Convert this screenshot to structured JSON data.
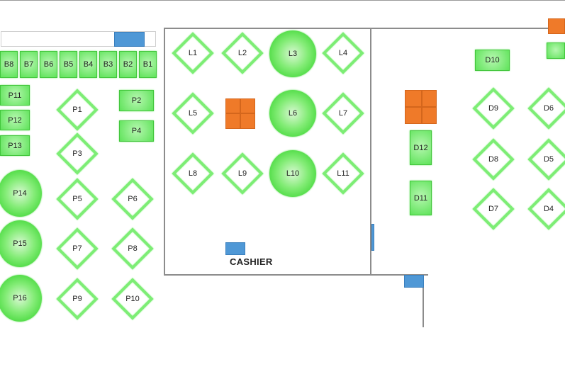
{
  "colors": {
    "table": "#5fe35a",
    "table_border": "#7ded75",
    "furniture_orange": "#ef7a29",
    "fixture_blue": "#4f98d6",
    "wall": "#8c8c8c"
  },
  "cashier": {
    "label": "CASHIER"
  },
  "tables": {
    "B8": "B8",
    "B7": "B7",
    "B6": "B6",
    "B5": "B5",
    "B4": "B4",
    "B3": "B3",
    "B2": "B2",
    "B1": "B1",
    "P1": "P1",
    "P2": "P2",
    "P3": "P3",
    "P4": "P4",
    "P5": "P5",
    "P6": "P6",
    "P7": "P7",
    "P8": "P8",
    "P9": "P9",
    "P10": "P10",
    "P11": "P11",
    "P12": "P12",
    "P13": "P13",
    "P14": "P14",
    "P15": "P15",
    "P16": "P16",
    "L1": "L1",
    "L2": "L2",
    "L3": "L3",
    "L4": "L4",
    "L5": "L5",
    "L6": "L6",
    "L7": "L7",
    "L8": "L8",
    "L9": "L9",
    "L10": "L10",
    "L11": "L11",
    "D4": "D4",
    "D5": "D5",
    "D6": "D6",
    "D7": "D7",
    "D8": "D8",
    "D9": "D9",
    "D10": "D10",
    "D11": "D11",
    "D12": "D12"
  }
}
